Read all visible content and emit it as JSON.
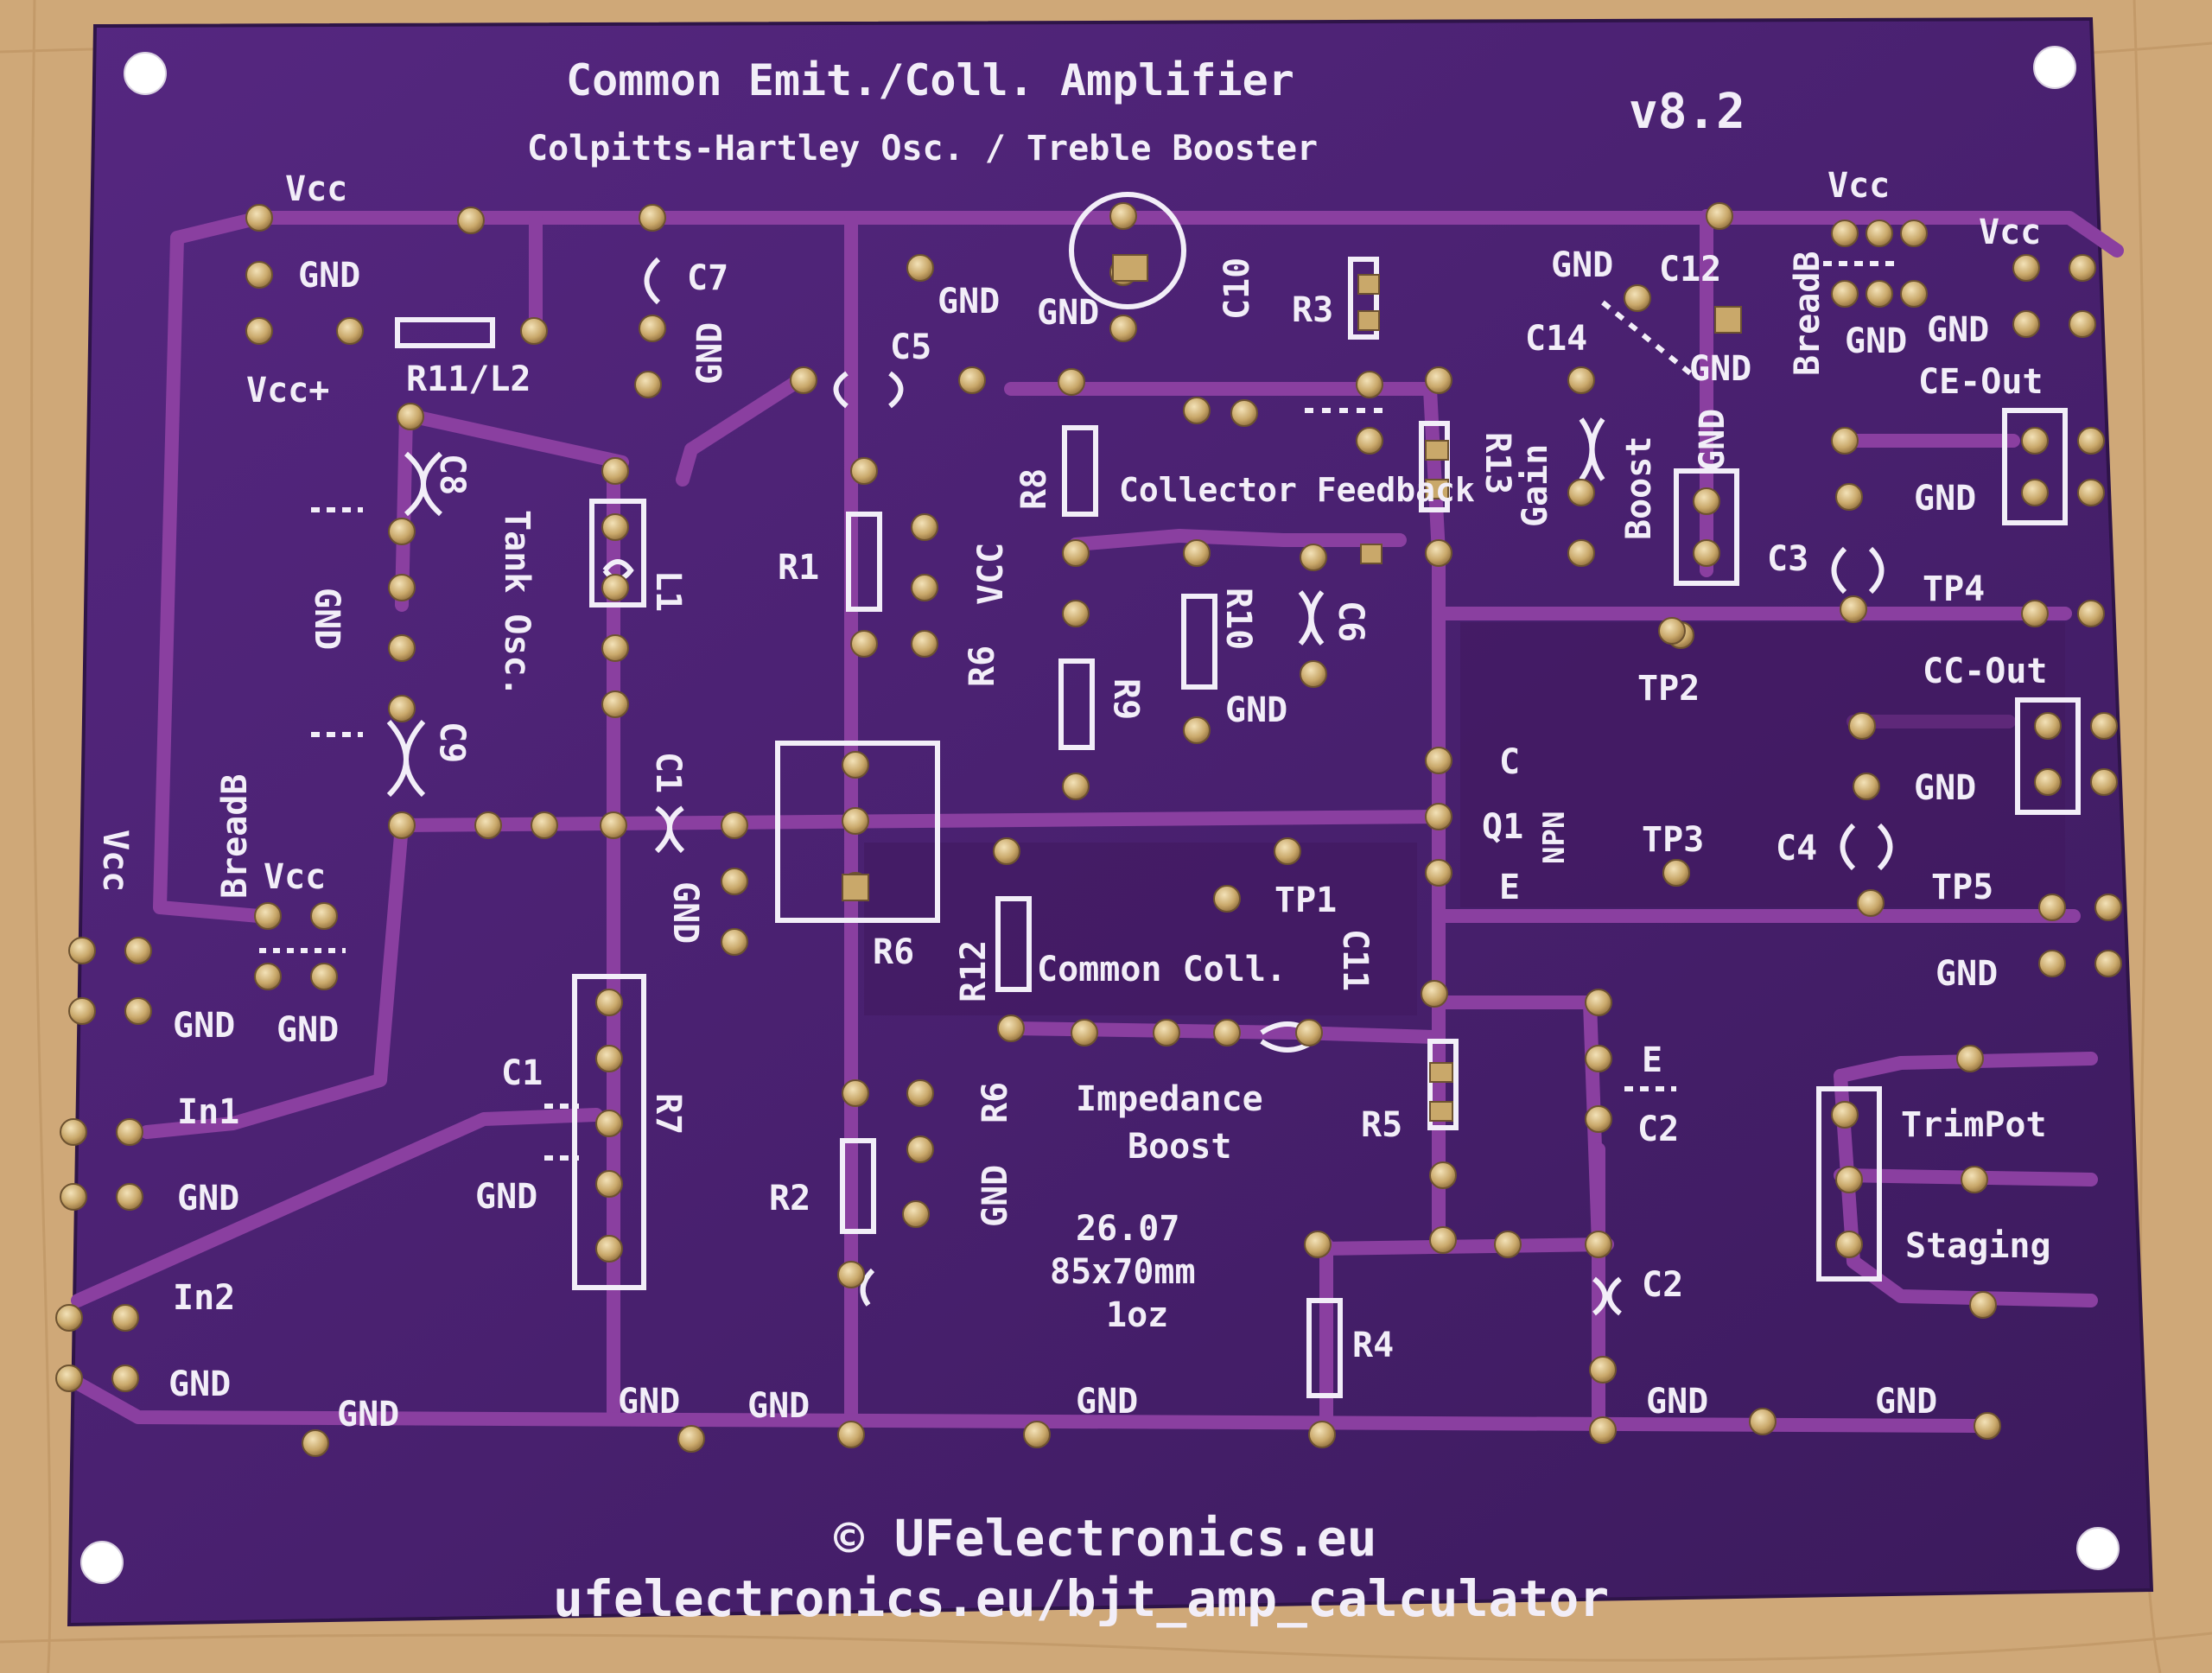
{
  "board": {
    "title": "Common Emit./Coll. Amplifier",
    "subtitle": "Colpitts-Hartley Osc. / Treble Booster",
    "version": "v8.2",
    "copyright": "© UFelectronics.eu",
    "url": "ufelectronics.eu/bjt_amp_calculator",
    "date": "26.07",
    "size": "85x70mm",
    "copper": "1oz",
    "colors": {
      "wood": "#cfa878",
      "solder_mask": "#4a2170",
      "trace": "#8a3fa0",
      "silkscreen": "#f2eef8",
      "pad": "#c9a86a"
    }
  },
  "silkscreen_labels": {
    "vcc": "Vcc",
    "gnd": "GND",
    "vcc_plus": "Vcc+",
    "r11_l2": "R11/L2",
    "c7": "C7",
    "c5": "C5",
    "c10": "C10",
    "r3": "R3",
    "c12": "C12",
    "c14": "C14",
    "breadb": "BreadB",
    "ce_out": "CE-Out",
    "cc_out": "CC-Out",
    "c8": "C8",
    "tank_osc": "Tank Osc.",
    "l1": "L1",
    "r1": "R1",
    "vcc_caps": "VCC",
    "r6": "R6",
    "r8": "R8",
    "collector_feedback": "Collector Feedback",
    "r13": "R13",
    "gain": "Gain",
    "boost": "Boost",
    "c3": "C3",
    "tp4": "TP4",
    "r10": "R10",
    "c6": "C6",
    "r9": "R9",
    "tp2": "TP2",
    "c9": "C9",
    "c1": "C1",
    "c": "C",
    "q1": "Q1",
    "npn": "NPN",
    "e": "E",
    "tp3": "TP3",
    "c4": "C4",
    "tp5": "TP5",
    "tp1": "TP1",
    "r12": "R12",
    "common_coll": "Common Coll.",
    "c11": "C11",
    "in1": "In1",
    "in2": "In2",
    "r7": "R7",
    "r2": "R2",
    "impedance": "Impedance",
    "boost2": "Boost",
    "r5": "R5",
    "c2": "C2",
    "trimpot": "TrimPot",
    "staging": "Staging",
    "r4": "R4"
  }
}
